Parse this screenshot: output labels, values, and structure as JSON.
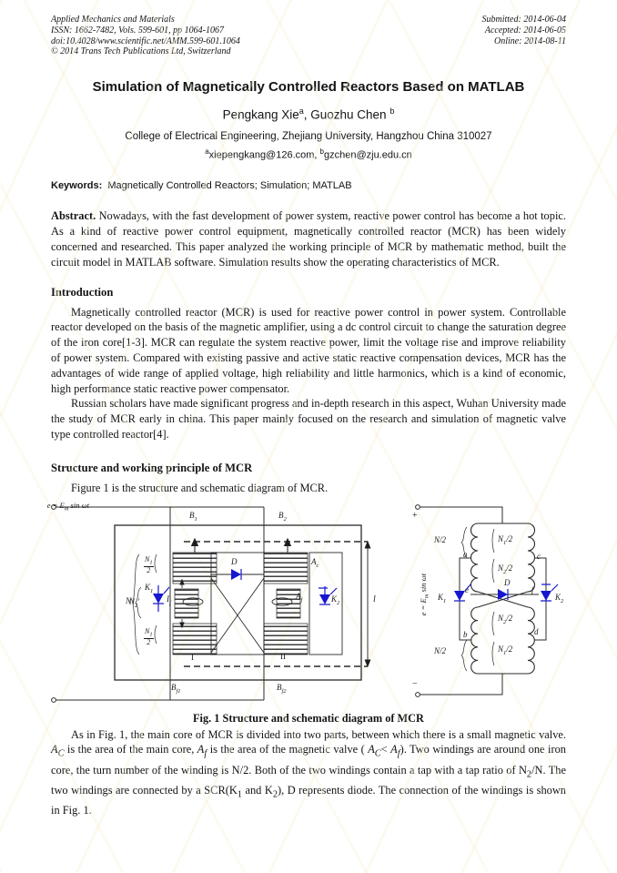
{
  "colors": {
    "device_blue": "#1717cf",
    "line_color": "#2b2b2b",
    "paper_bg": "#ffffff"
  },
  "header": {
    "left_lines": [
      "Applied Mechanics and Materials",
      "ISSN: 1662-7482, Vols. 599-601, pp 1064-1067",
      "doi:10.4028/www.scientific.net/AMM.599-601.1064",
      "© 2014 Trans Tech Publications Ltd, Switzerland"
    ],
    "right_lines": [
      "Submitted: 2014-06-04",
      "Accepted: 2014-06-05",
      "Online: 2014-08-11"
    ]
  },
  "title": "Simulation of Magnetically Controlled Reactors Based on MATLAB",
  "authors_html": "Pengkang Xie<sup>a</sup>, Guozhu Chen <sup>b</sup>",
  "affiliation": "College of Electrical Engineering, Zhejiang University, Hangzhou China 310027",
  "emails_html": "<sup>a</sup>xiepengkang@126.com, <sup>b</sup>gzchen@zju.edu.cn",
  "keywords": {
    "label": "Keywords:",
    "text": "Magnetically Controlled Reactors; Simulation; MATLAB"
  },
  "abstract": {
    "label": "Abstract.",
    "text": "Nowadays, with the fast development of power system, reactive power control has become a hot topic. As a kind of reactive power control equipment, magnetically controlled reactor (MCR) has been widely concerned and researched. This paper analyzed the working principle of MCR by mathematic method,    built the circuit model in MATLAB software. Simulation results show the operating characteristics of MCR."
  },
  "introduction": {
    "heading": "Introduction",
    "para1": "Magnetically controlled reactor (MCR) is used for reactive power control in power system. Controllable reactor developed on the basis of the magnetic amplifier, using a dc control circuit to change the saturation degree of the iron core[1-3]. MCR can regulate the system reactive power, limit the voltage rise and improve reliability of power system. Compared with existing passive and active static reactive compensation devices, MCR has the advantages of wide range of applied voltage, high reliability and little harmonics, which is a kind of economic, high performance static reactive power compensator.",
    "para2": "Russian scholars have made significant progress and in-depth research in this aspect, Wuhan University made the study of MCR early in china. This paper mainly focused on the research and simulation of magnetic valve type controlled reactor[4]."
  },
  "structure_section": {
    "heading": "Structure and working principle of MCR",
    "intro_line": "Figure 1 is the structure and schematic diagram of  MCR.",
    "caption": "Fig. 1 Structure and schematic diagram of  MCR",
    "para_html": "As in Fig. 1, the main core of MCR is divided into two parts, between which there is a small magnetic valve. <i>A<sub>C</sub></i> is the area of the main core, <i>A<sub>f</sub></i> is the area of the magnetic valve ( <i>A<sub>C</sub></i>&lt; <i>A<sub>f</sub></i>). Two windings are around one iron core, the turn number of the winding is N/2. Both of the two windings contain a tap with a tap ratio of N<sub>2</sub>/N. The two windings are connected by a SCR(K<sub>1</sub> and K<sub>2</sub>), D represents diode. The connection of the windings is shown in Fig. 1."
  },
  "figure": {
    "left": {
      "source": "<i>e</i> = <i>E<sub>m</sub></i> sin <i>ωt</i>",
      "b1": "<i>B</i><sub>1</sub>",
      "b2": "<i>B</i><sub>2</sub>",
      "bf1": "<i>B</i><sub>f1</sub>",
      "bf2": "<i>B</i><sub>f2</sub>",
      "n": "<i>N</i>",
      "n12_top": "<span class=\"fr\"><span class=\"n\"><i>N</i><sub>1</sub></span><span>2</span></span>",
      "n12_bot": "<span class=\"fr\"><span class=\"n\"><i>N</i><sub>1</sub></span><span>2</span></span>",
      "k1": "K<sub>1</sub>",
      "n2p": "<i>N</i><sub>2</sub>′",
      "if_label": "<i>I</i><sub>f</sub>",
      "d": "<i>D</i>",
      "ac": "<i>A</i><sub>c</sub>",
      "af": "<i>A</i><sub>f</sub>",
      "k2": "K<sub>2</sub>",
      "roman1": "I",
      "roman2": "II",
      "dim": "<i>l</i>"
    },
    "right": {
      "plus": "+",
      "minus": "−",
      "source": "<i>e</i> = <i>E<sub>m</sub></i> sin <i>ωt</i>",
      "n_half_top": "<i>N</i>/2",
      "n_half_bot": "<i>N</i>/2",
      "n1_half_top": "<i>N</i><sub>1</sub>/2",
      "n2_half_top": "<i>N</i><sub>2</sub>/2",
      "n2_half_bot": "<i>N</i><sub>2</sub>/2",
      "n1_half_bot": "<i>N</i><sub>1</sub>/2",
      "node_a": "<i>a</i>",
      "node_b": "<i>b</i>",
      "node_c": "<i>c</i>",
      "node_d": "<i>d</i>",
      "node_e": "<i>e</i>",
      "node_f": "<i>f</i>",
      "diode": "<i>D</i>",
      "k1": "K<sub>1</sub>",
      "k2": "K<sub>2</sub>"
    }
  }
}
